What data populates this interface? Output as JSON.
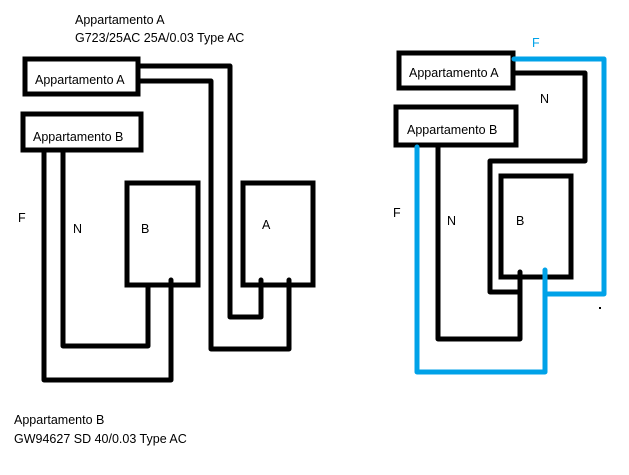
{
  "header": {
    "panel_a_title": "Appartamento A",
    "panel_a_breaker": "G723/25AC 25A/0.03 Type AC"
  },
  "footer": {
    "panel_b_title": "Appartamento B",
    "panel_b_breaker": "GW94627 SD 40/0.03 Type AC"
  },
  "left_diagram": {
    "box_app_a": "Appartamento A",
    "box_app_b": "Appartamento B",
    "label_f": "F",
    "label_n": "N",
    "box_b_label": "B",
    "box_a_label": "A"
  },
  "right_diagram": {
    "box_app_a": "Appartamento A",
    "box_app_b": "Appartamento B",
    "label_f_top": "F",
    "label_n_top": "N",
    "label_f": "F",
    "label_n": "N",
    "box_b_label": "B"
  },
  "colors": {
    "phase": "#00a2e8",
    "neutral": "#000000"
  }
}
